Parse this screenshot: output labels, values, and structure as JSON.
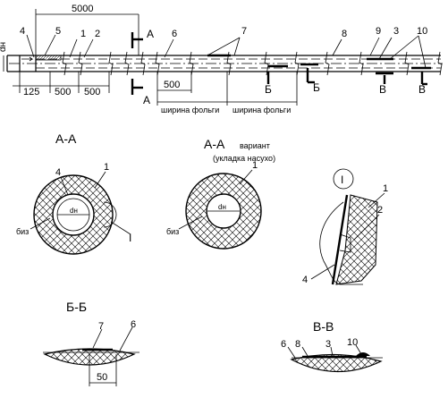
{
  "dims": {
    "total": "5000",
    "d125": "125",
    "d500a": "500",
    "d500b": "500",
    "d500c": "500",
    "dn": "dн",
    "dn_inner": "dн",
    "d50": "50"
  },
  "callouts": [
    "4",
    "5",
    "1",
    "2",
    "6",
    "7",
    "8",
    "9",
    "3",
    "10"
  ],
  "foil": [
    "ширина фольги",
    "ширина фольги"
  ],
  "sections": {
    "A": "А",
    "B": "Б",
    "V": "В",
    "AA": "А-А",
    "AA_var": "А-А",
    "AA_var_label": "вариант",
    "AA_var_sub": "(укладка насухо)",
    "BB": "Б-Б",
    "VV": "В-В",
    "detail": "I",
    "wire": "биз"
  },
  "colors": {
    "line": "#000000",
    "background": "#ffffff"
  }
}
